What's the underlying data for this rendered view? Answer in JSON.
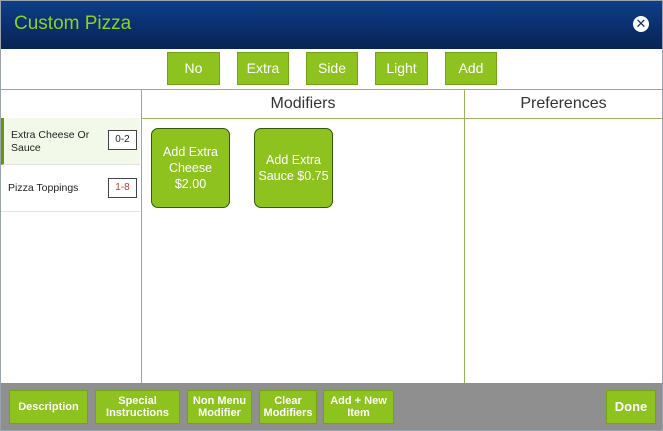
{
  "window": {
    "title": "Custom Pizza"
  },
  "modifier_buttons": [
    {
      "label": "No"
    },
    {
      "label": "Extra"
    },
    {
      "label": "Side"
    },
    {
      "label": "Light"
    },
    {
      "label": "Add"
    }
  ],
  "columns": {
    "modifiers": "Modifiers",
    "preferences": "Preferences"
  },
  "groups": [
    {
      "label": "Extra Cheese Or Sauce",
      "count": "0-2",
      "count_color": "#222222",
      "selected": true
    },
    {
      "label": "Pizza Toppings",
      "count": "1-8",
      "count_color": "#c0392b",
      "selected": false
    }
  ],
  "modifier_items": [
    {
      "label": "Add Extra Cheese $2.00"
    },
    {
      "label": "Add Extra Sauce  $0.75"
    }
  ],
  "footer": {
    "description": "Description",
    "special_instructions": "Special Instructions",
    "non_menu_modifier": "Non Menu Modifier",
    "clear_modifiers": "Clear Modifiers",
    "add_new_item": "Add + New Item",
    "done": "Done"
  },
  "colors": {
    "accent": "#8dc21f",
    "title_bar": "#0a2f6e",
    "title_text": "#8fd11f",
    "footer_bg": "#8f8f8f"
  }
}
